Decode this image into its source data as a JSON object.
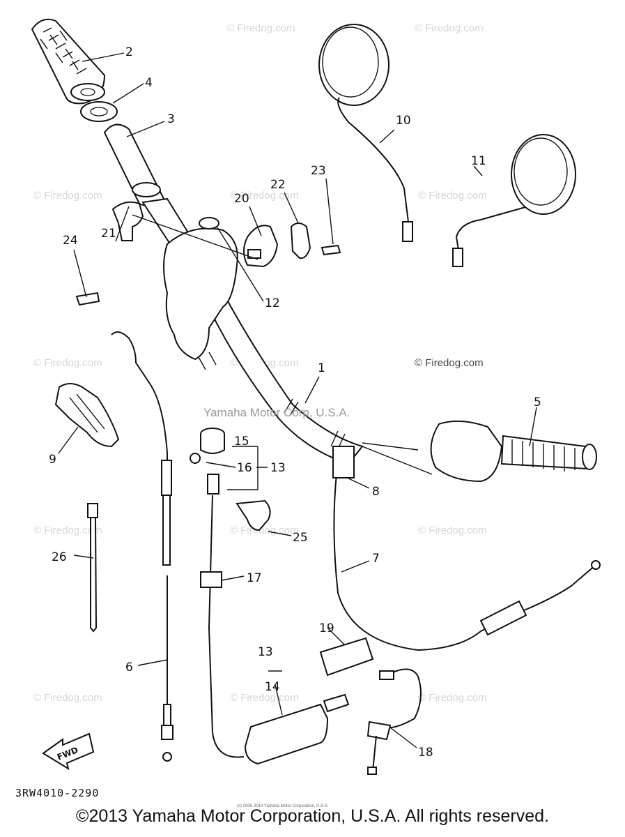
{
  "watermarks": {
    "firedog": "© Firedog.com",
    "center_mark": "Yamaha Motor Corp, U.S.A."
  },
  "diagram_code": "3RW4010-2290",
  "fwd_label": "FWD",
  "copyright": "©2013 Yamaha Motor Corporation, U.S.A. All rights reserved.",
  "tiny_copyright": "(c) 2005-2010 Yamaha Motor Corporation, U.S.A.",
  "callouts": {
    "c1": "1",
    "c2": "2",
    "c3": "3",
    "c4": "4",
    "c5": "5",
    "c6": "6",
    "c7": "7",
    "c8": "8",
    "c9": "9",
    "c10": "10",
    "c11": "11",
    "c12": "12",
    "c13a": "13",
    "c13b": "13",
    "c14": "14",
    "c15": "15",
    "c16": "16",
    "c17": "17",
    "c18": "18",
    "c19": "19",
    "c20": "20",
    "c21": "21",
    "c22": "22",
    "c23": "23",
    "c24": "24",
    "c25": "25",
    "c26": "26"
  }
}
